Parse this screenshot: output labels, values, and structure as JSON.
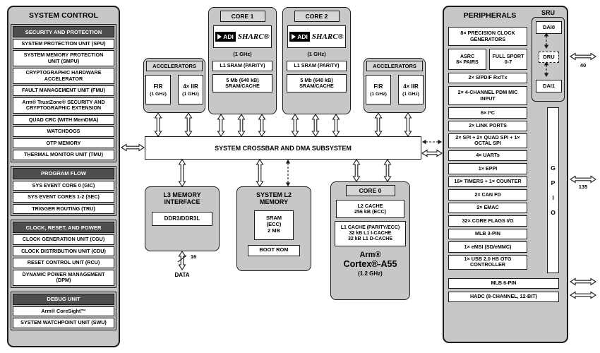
{
  "system_control": {
    "title": "SYSTEM CONTROL",
    "sections": [
      {
        "title": "SECURITY AND PROTECTION",
        "items": [
          "SYSTEM PROTECTION UNIT (SPU)",
          "SYSTEM MEMORY PROTECTION UNIT (SMPU)",
          "CRYPTOGRAPHIC HARDWARE ACCELERATOR",
          "FAULT MANAGEMENT UNIT (FMU)",
          "Arm® TrustZone® SECURITY AND CRYPTOGRAPHIC EXTENSION",
          "QUAD CRC (WITH MemDMA)",
          "WATCHDOGS",
          "OTP MEMORY",
          "THERMAL MONITOR UNIT (TMU)"
        ]
      },
      {
        "title": "PROGRAM FLOW",
        "items": [
          "SYS EVENT CORE 0 (GIC)",
          "SYS EVENT CORES 1-2 (SEC)",
          "TRIGGER ROUTING (TRU)"
        ]
      },
      {
        "title": "CLOCK, RESET, AND POWER",
        "items": [
          "CLOCK GENERATION UNIT (CGU)",
          "CLOCK DISTRIBUTION UNIT (CDU)",
          "RESET CONTROL UNIT (RCU)",
          "DYNAMIC POWER MANAGEMENT (DPM)"
        ]
      },
      {
        "title": "DEBUG UNIT",
        "items": [
          "Arm® CoreSight™",
          "SYSTEM WATCHPOINT UNIT (SWU)"
        ]
      }
    ]
  },
  "accelerators_left": {
    "title": "ACCELERATORS",
    "units": [
      {
        "name": "FIR",
        "freq": "(1 GHz)"
      },
      {
        "name": "4× IIR",
        "freq": "(1 GHz)"
      }
    ]
  },
  "accelerators_right": {
    "title": "ACCELERATORS",
    "units": [
      {
        "name": "FIR",
        "freq": "(1 GHz)"
      },
      {
        "name": "4× IIR",
        "freq": "(1 GHz)"
      }
    ]
  },
  "core1": {
    "title": "CORE 1",
    "logo_adi": "ADI",
    "logo_sharc": "SHARC®",
    "freq": "(1 GHz)",
    "l1_label": "L1 SRAM (PARITY)",
    "l1_detail": "5 Mb (640 kB)\nSRAM/CACHE"
  },
  "core2": {
    "title": "CORE 2",
    "logo_adi": "ADI",
    "logo_sharc": "SHARC®",
    "freq": "(1 GHz)",
    "l1_label": "L1 SRAM (PARITY)",
    "l1_detail": "5 Mb (640 kB)\nSRAM/CACHE"
  },
  "crossbar": {
    "label": "SYSTEM CROSSBAR AND DMA SUBSYSTEM"
  },
  "l3_memory": {
    "title": "L3 MEMORY INTERFACE",
    "module": "DDR3/DDR3L",
    "bus_width": "16",
    "bus_label": "DATA"
  },
  "l2_memory": {
    "title": "SYSTEM L2 MEMORY",
    "sram": "SRAM\n(ECC)\n2 MB",
    "boot_rom": "BOOT ROM"
  },
  "core0": {
    "title": "CORE 0",
    "l2_cache": "L2 CACHE\n256 kB (ECC)",
    "l1_cache": "L1 CACHE (PARITY/ECC)\n32 kB L1 I-CACHE\n32 kB L1 D-CACHE",
    "cpu_brand": "Arm®",
    "cpu_name": "Cortex®-A55",
    "freq": "(1.2 GHz)"
  },
  "peripherals": {
    "title": "PERIPHERALS",
    "sru": {
      "label": "SRU",
      "dai0": "DAI0",
      "dru": "DRU",
      "dai1": "DAI1"
    },
    "clock_gen": "8× PRECISION CLOCK GENERATORS",
    "asrc": "ASRC\n8× PAIRS",
    "full_sport": "FULL SPORT\n0-7",
    "spdif": "2× S/PDIF Rx/Tx",
    "pdm": "2× 4-CHANNEL PDM MIC INPUT",
    "group_items": [
      "6× I²C",
      "2× LINK PORTS",
      "2× SPI + 2× QUAD SPI + 1× OCTAL SPI",
      "4× UARTs",
      "1× EPPI",
      "16× TIMERS + 1× COUNTER",
      "2× CAN FD",
      "2× EMAC",
      "32× CORE FLAGS I/O",
      "MLB 3-PIN",
      "1× eMSI (SD/eMMC)",
      "1× USB 2.0 HS OTG CONTROLLER"
    ],
    "gpio": "G\nP\nI\nO",
    "mlb6": "MLB 6-PIN",
    "hadc": "HADC (8-CHANNEL, 12-BIT)",
    "bus_40": "40",
    "bus_135": "135"
  }
}
